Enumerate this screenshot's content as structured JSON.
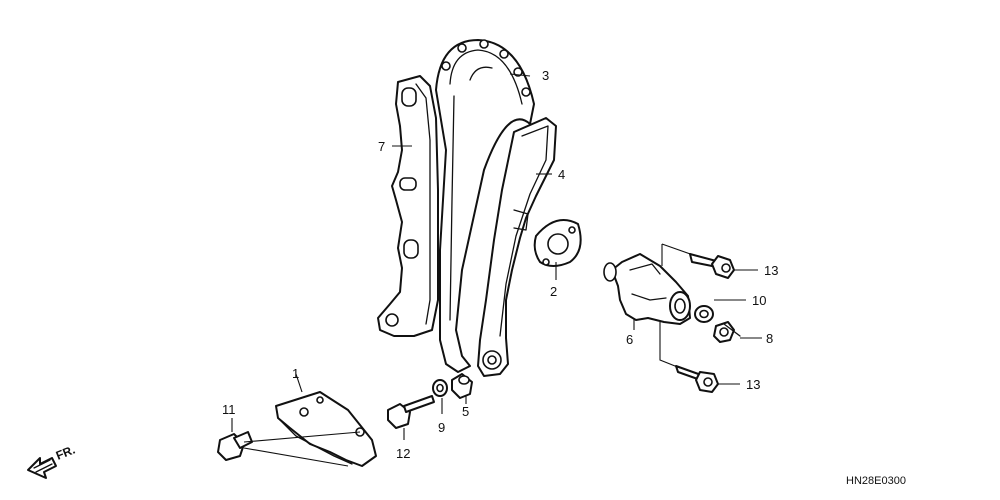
{
  "diagram": {
    "callouts": {
      "c1": "1",
      "c2": "2",
      "c3": "3",
      "c4": "4",
      "c5": "5",
      "c6": "6",
      "c7": "7",
      "c8": "8",
      "c9": "9",
      "c10": "10",
      "c11": "11",
      "c12": "12",
      "c13a": "13",
      "c13b": "13"
    },
    "front_arrow_label": "FR.",
    "diagram_code": "HN28E0300"
  }
}
